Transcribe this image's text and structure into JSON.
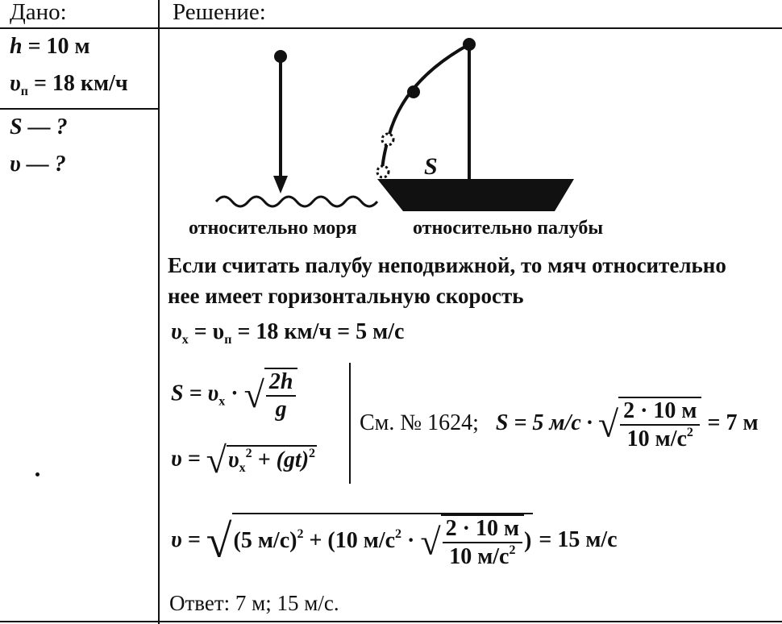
{
  "header": {
    "given": "Дано:",
    "solution": "Решение:"
  },
  "given": {
    "h_line": "h = 10 м",
    "h_var": "h",
    "h_val": "= 10 м",
    "v_var": "υ",
    "v_sub": "п",
    "v_val": "= 18 км/ч"
  },
  "find": {
    "s": "S — ?",
    "v": "υ — ?"
  },
  "diagram": {
    "label_sea": "относительно моря",
    "label_deck": "относительно палубы",
    "label_s": "S"
  },
  "text": {
    "line1": "Если считать палубу неподвижной, то мяч относительно",
    "line2": "нее имеет горизонтальную скорость"
  },
  "formulas": {
    "vx": "υ",
    "vx_sub": "x",
    "vx_rest": "= υ",
    "vx_sub2": "п",
    "vx_val": "= 18 км/ч = 5 м/с",
    "s_left": "S = υ",
    "s_sub": "x",
    "s_dot": "·",
    "s_num": "2h",
    "s_den": "g",
    "v_left": "υ =",
    "v_inner": "υ",
    "v_inner_sub": "x",
    "v_inner_sup": "2",
    "v_plus": "+ (gt)",
    "v_plus_sup": "2",
    "see": "См. № 1624;",
    "s2_left": "S = 5 м/с ·",
    "s2_num": "2 · 10 м",
    "s2_den": "10 м/с",
    "s2_den_sup": "2",
    "s2_res": "= 7 м",
    "v2_left": "υ =",
    "v2_a": "(5 м/с)",
    "v2_a_sup": "2",
    "v2_plus": "+",
    "v2_b": "10 м/с",
    "v2_b_sup": "2",
    "v2_dot": "·",
    "v2_num": "2 · 10 м",
    "v2_den": "10 м/с",
    "v2_den_sup": "2",
    "v2_res": "= 15 м/с"
  },
  "answer": "Ответ: 7 м; 15 м/с."
}
